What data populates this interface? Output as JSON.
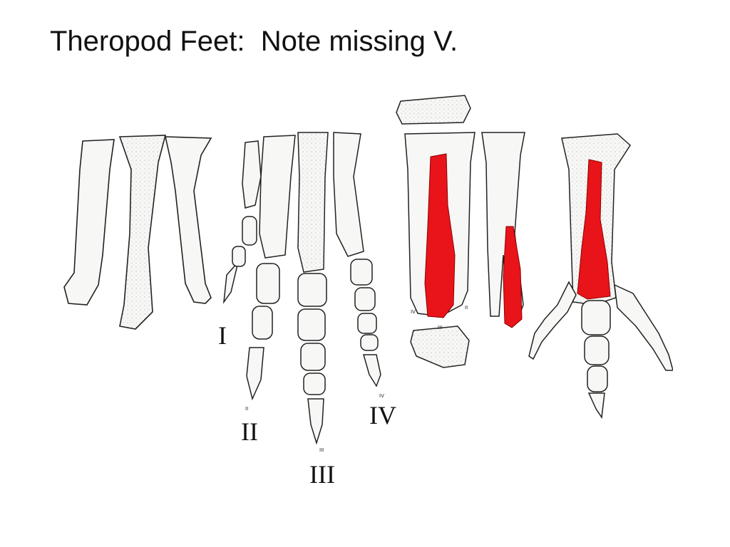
{
  "slide": {
    "title": "Theropod Feet:  Note missing V."
  },
  "figure": {
    "digit_labels": {
      "one": "I",
      "two": "II",
      "three": "III",
      "four": "IV"
    },
    "bone_marks": {
      "two": "II",
      "three": "III",
      "four": "IV",
      "iv_small": "IV",
      "iii_small": "III",
      "ii_small": "II"
    },
    "colors": {
      "highlight": "#e8141a",
      "bone_outline": "#222222",
      "bone_fill": "#f7f7f5"
    }
  }
}
